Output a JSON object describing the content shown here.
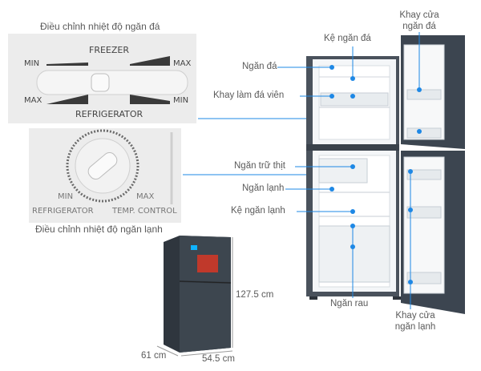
{
  "freezer_control": {
    "caption": "Điều chỉnh nhiệt độ ngăn đá",
    "top_label": "FREEZER",
    "bottom_label": "REFRIGERATOR",
    "top_min": "MIN",
    "top_max": "MAX",
    "bottom_max": "MAX",
    "bottom_min": "MIN"
  },
  "fridge_control": {
    "caption": "Điều chỉnh nhiệt độ ngăn lạnh",
    "min": "MIN",
    "max": "MAX",
    "left_label": "REFRIGERATOR",
    "right_label": "TEMP. CONTROL"
  },
  "parts": {
    "freezer_door_tray": "Khay cửa\nngăn đá",
    "freezer_shelf": "Kệ ngăn đá",
    "freezer": "Ngăn đá",
    "ice_tray": "Khay làm đá viên",
    "meat_compartment": "Ngăn trữ thịt",
    "fridge": "Ngăn lạnh",
    "fridge_shelf": "Kệ ngăn lạnh",
    "vegetable_drawer": "Ngăn rau",
    "fridge_door_tray": "Khay cửa\nngăn lạnh"
  },
  "dimensions": {
    "height": "127.5 cm",
    "depth": "61 cm",
    "width": "54.5 cm"
  },
  "colors": {
    "accent_blue": "#1e88e5",
    "fridge_body": "#3c4550"
  }
}
